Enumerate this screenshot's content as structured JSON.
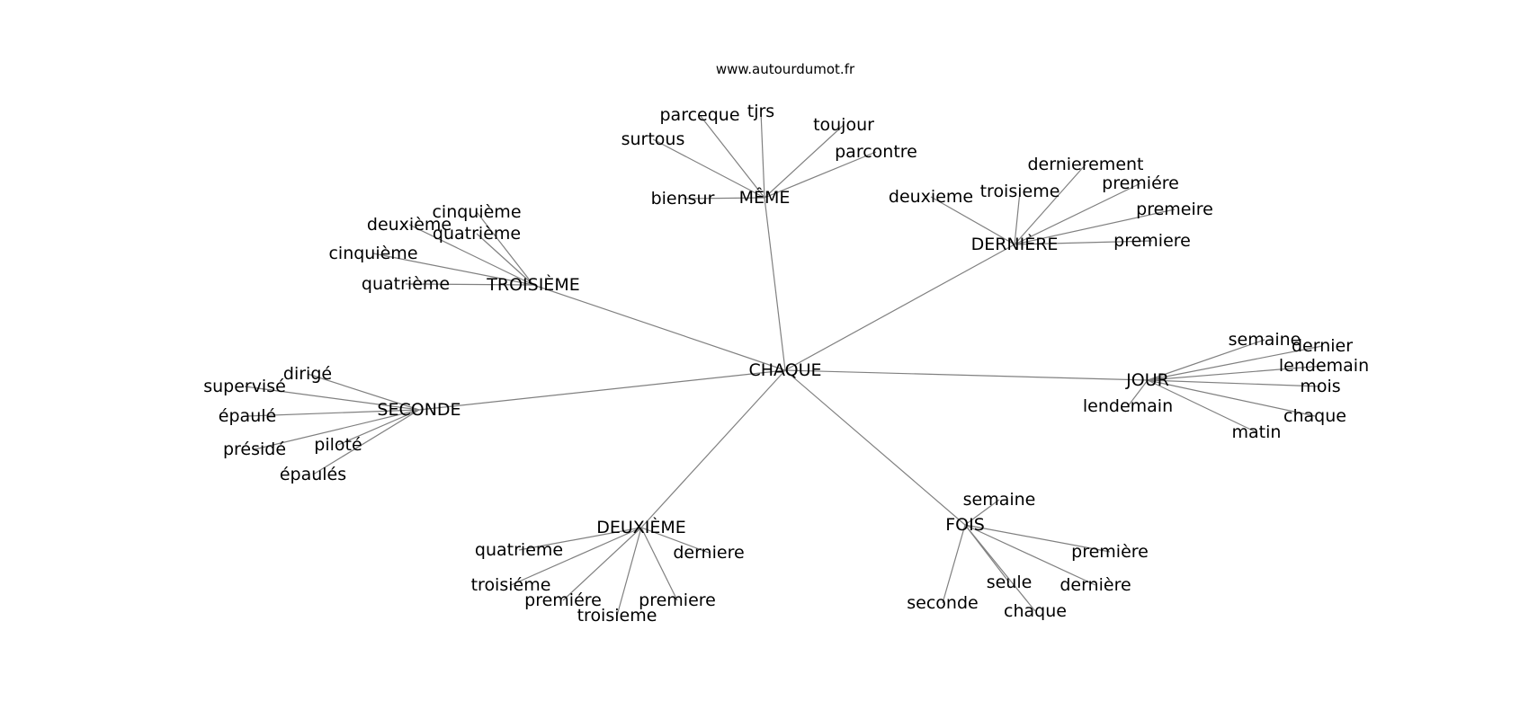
{
  "watermark": "www.autourdumot.fr",
  "graph": {
    "center": "CHAQUE",
    "hubs": [
      {
        "label": "MÊME",
        "leaves": [
          "parceque",
          "tjrs",
          "toujour",
          "surtous",
          "parcontre",
          "biensur"
        ]
      },
      {
        "label": "DERNIÈRE",
        "leaves": [
          "dernierement",
          "troisieme",
          "premiére",
          "deuxieme",
          "premeire",
          "premiere"
        ]
      },
      {
        "label": "TROISIÈME",
        "leaves": [
          "cinquième",
          "deuxième",
          "quatrième",
          "cinquième",
          "quatrième"
        ]
      },
      {
        "label": "SECONDE",
        "leaves": [
          "dirigé",
          "supervisé",
          "épaulé",
          "présidé",
          "piloté",
          "épaulés"
        ]
      },
      {
        "label": "JOUR",
        "leaves": [
          "semaine",
          "dernier",
          "lendemain",
          "mois",
          "lendemain",
          "chaque",
          "matin"
        ]
      },
      {
        "label": "DEUXIÈME",
        "leaves": [
          "quatrieme",
          "derniere",
          "troisiéme",
          "premiére",
          "premiere",
          "troisieme"
        ]
      },
      {
        "label": "FOIS",
        "leaves": [
          "semaine",
          "première",
          "seule",
          "dernière",
          "seconde",
          "chaque"
        ]
      }
    ]
  }
}
